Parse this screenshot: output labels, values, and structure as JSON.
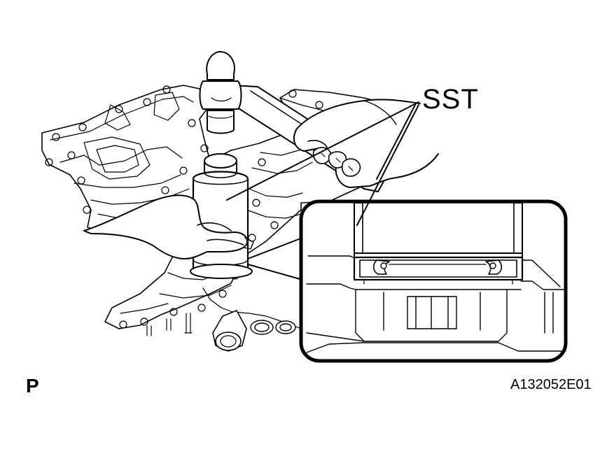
{
  "callout_label": "SST",
  "corner_code": "P",
  "figure_id": "A132052E01",
  "colors": {
    "line": "#000000",
    "background": "#ffffff"
  }
}
